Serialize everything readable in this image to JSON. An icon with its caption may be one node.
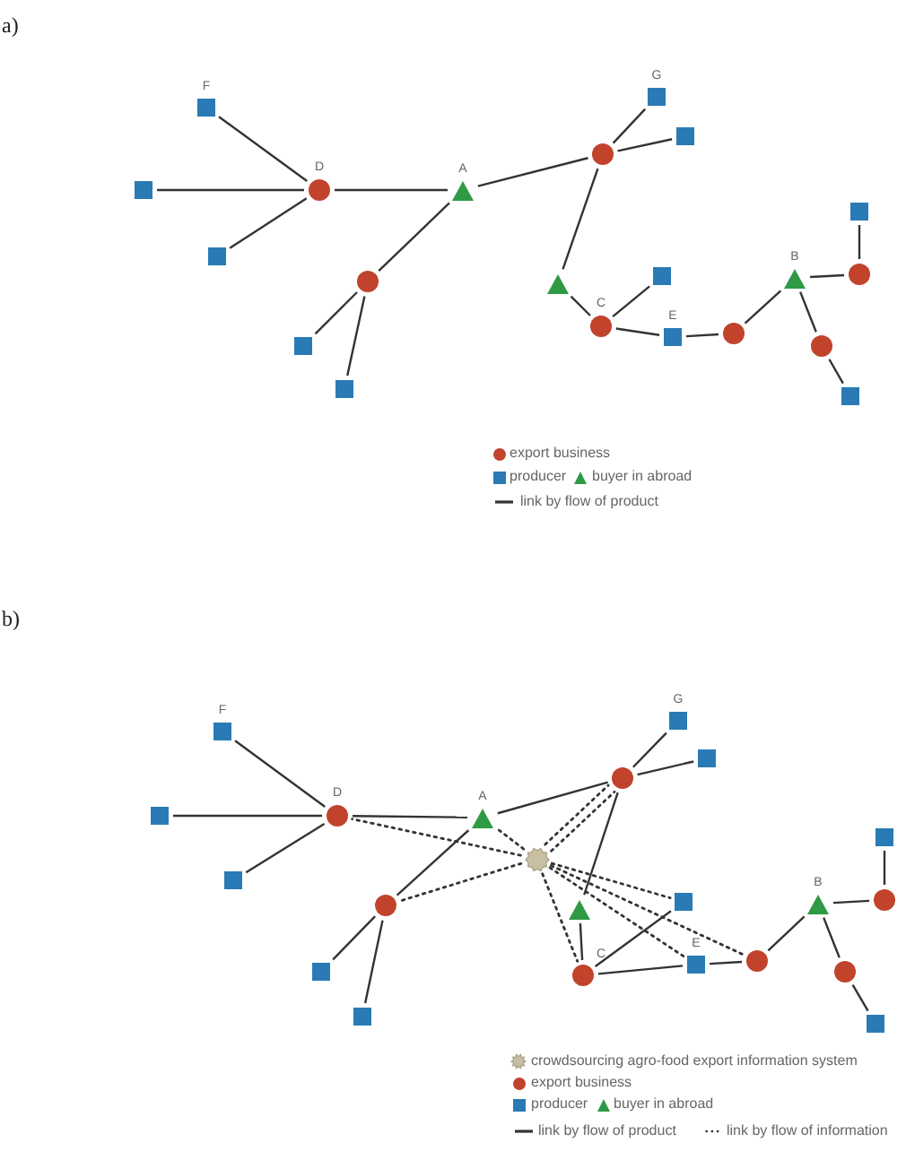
{
  "diagram": {
    "nodes": [
      {
        "text": [],
        "shape": "square",
        "beside": [
          "F"
        ]
      },
      {
        "text": [],
        "shape": "square",
        "beside": [
          "G"
        ]
      },
      {
        "text": [],
        "shape": "circle"
      },
      {
        "text": [],
        "shape": "square"
      },
      {
        "text": [],
        "shape": "square"
      },
      {
        "text": [],
        "shape": "circle",
        "beside": [
          "D"
        ]
      },
      {
        "text": [],
        "shape": "triangle",
        "beside": [
          "A"
        ]
      },
      {
        "text": [],
        "shape": "square"
      },
      {
        "text": [],
        "shape": "square"
      },
      {
        "text": [],
        "shape": "square"
      },
      {
        "text": [],
        "shape": "triangle",
        "beside": [
          "B"
        ]
      },
      {
        "text": [],
        "shape": "circle"
      },
      {
        "text": [],
        "shape": "triangle"
      },
      {
        "text": [],
        "shape": "circle"
      },
      {
        "text": [],
        "shape": "circle",
        "beside": [
          "C"
        ]
      },
      {
        "text": [],
        "shape": "square",
        "beside": [
          "E"
        ]
      },
      {
        "text": [],
        "shape": "circle"
      },
      {
        "text": [],
        "shape": "square"
      },
      {
        "text": [],
        "shape": "circle"
      },
      {
        "text": [],
        "shape": "square"
      },
      {
        "text": [],
        "shape": "square"
      },
      {
        "text": [],
        "shape": "square",
        "beside": [
          "F"
        ]
      },
      {
        "text": [],
        "shape": "square",
        "beside": [
          "G"
        ]
      },
      {
        "text": [],
        "shape": "square"
      },
      {
        "text": [],
        "shape": "circle"
      },
      {
        "text": [],
        "shape": "square"
      },
      {
        "text": [],
        "shape": "circle",
        "beside": [
          "D"
        ]
      },
      {
        "text": [],
        "shape": "triangle",
        "beside": [
          "A"
        ]
      },
      {
        "text": [],
        "shape": "square"
      },
      {
        "text": [],
        "shape": "gear"
      },
      {
        "text": [],
        "shape": "square"
      },
      {
        "text": [],
        "shape": "square"
      },
      {
        "text": [],
        "shape": "triangle"
      },
      {
        "text": [],
        "shape": "triangle",
        "beside": [
          "B"
        ]
      },
      {
        "text": [],
        "shape": "circle"
      },
      {
        "text": [],
        "shape": "circle"
      },
      {
        "text": [],
        "shape": "circle"
      },
      {
        "text": [],
        "shape": "square",
        "beside": [
          "E"
        ]
      },
      {
        "text": [],
        "shape": "circle"
      },
      {
        "text": [],
        "shape": "square"
      },
      {
        "text": [],
        "shape": "circle",
        "beside": [
          "C"
        ]
      },
      {
        "text": [],
        "shape": "square"
      },
      {
        "text": [],
        "shape": "square"
      }
    ],
    "edges": [
      {
        "from": 0,
        "to": 5,
        "arrow": "none"
      },
      {
        "from": 4,
        "to": 5,
        "arrow": "none"
      },
      {
        "from": 7,
        "to": 5,
        "arrow": "none"
      },
      {
        "from": 5,
        "to": 6,
        "arrow": "none"
      },
      {
        "from": 6,
        "to": 2,
        "arrow": "none"
      },
      {
        "from": 2,
        "to": 1,
        "arrow": "none"
      },
      {
        "from": 2,
        "to": 3,
        "arrow": "none"
      },
      {
        "from": 6,
        "to": 13,
        "arrow": "none"
      },
      {
        "from": 13,
        "to": 17,
        "arrow": "none"
      },
      {
        "from": 13,
        "to": 19,
        "arrow": "none"
      },
      {
        "from": 2,
        "to": 12,
        "arrow": "none"
      },
      {
        "from": 12,
        "to": 14,
        "arrow": "none"
      },
      {
        "from": 14,
        "to": 9,
        "arrow": "none"
      },
      {
        "from": 14,
        "to": 15,
        "arrow": "none"
      },
      {
        "from": 15,
        "to": 16,
        "arrow": "none"
      },
      {
        "from": 16,
        "to": 10,
        "arrow": "none"
      },
      {
        "from": 10,
        "to": 11,
        "arrow": "none"
      },
      {
        "from": 11,
        "to": 8,
        "arrow": "none"
      },
      {
        "from": 10,
        "to": 18,
        "arrow": "none"
      },
      {
        "from": 18,
        "to": 20,
        "arrow": "none"
      },
      {
        "from": 21,
        "to": 26,
        "arrow": "none"
      },
      {
        "from": 25,
        "to": 26,
        "arrow": "none"
      },
      {
        "from": 30,
        "to": 26,
        "arrow": "none"
      },
      {
        "from": 26,
        "to": 27,
        "arrow": "none"
      },
      {
        "from": 27,
        "to": 24,
        "arrow": "none"
      },
      {
        "from": 24,
        "to": 22,
        "arrow": "none"
      },
      {
        "from": 24,
        "to": 23,
        "arrow": "none"
      },
      {
        "from": 27,
        "to": 35,
        "arrow": "none"
      },
      {
        "from": 35,
        "to": 39,
        "arrow": "none"
      },
      {
        "from": 35,
        "to": 41,
        "arrow": "none"
      },
      {
        "from": 24,
        "to": 32,
        "arrow": "none"
      },
      {
        "from": 32,
        "to": 40,
        "arrow": "none"
      },
      {
        "from": 40,
        "to": 31,
        "arrow": "none"
      },
      {
        "from": 40,
        "to": 37,
        "arrow": "none"
      },
      {
        "from": 37,
        "to": 36,
        "arrow": "none"
      },
      {
        "from": 36,
        "to": 33,
        "arrow": "none"
      },
      {
        "from": 33,
        "to": 34,
        "arrow": "none"
      },
      {
        "from": 34,
        "to": 28,
        "arrow": "none"
      },
      {
        "from": 33,
        "to": 38,
        "arrow": "none"
      },
      {
        "from": 38,
        "to": 42,
        "arrow": "none"
      },
      {
        "from": 29,
        "to": 26,
        "arrow": "none",
        "style": "dashed"
      },
      {
        "from": 29,
        "to": 27,
        "arrow": "none",
        "style": "dashed"
      },
      {
        "from": 29,
        "to": 24,
        "arrow": "none",
        "style": "dashed"
      },
      {
        "from": 29,
        "to": 24,
        "arrow": "none",
        "style": "dashed"
      },
      {
        "from": 29,
        "to": 35,
        "arrow": "none",
        "style": "dashed"
      },
      {
        "from": 29,
        "to": 40,
        "arrow": "none",
        "style": "dashed"
      },
      {
        "from": 29,
        "to": 31,
        "arrow": "none",
        "style": "dashed"
      },
      {
        "from": 29,
        "to": 37,
        "arrow": "none",
        "style": "dashed"
      },
      {
        "from": 29,
        "to": 36,
        "arrow": "none",
        "style": "dashed"
      }
    ],
    "labels": [
      "a)",
      "b)"
    ],
    "legend": [
      {
        "text": "export business",
        "color": "#c1432c"
      },
      {
        "text": "producer",
        "color": "#2a7bb5"
      },
      {
        "text": "buyer in abroad",
        "color": "#2f9a45"
      },
      {
        "text": "link by flow of product"
      },
      {
        "text": "crowdsourcing agro-food export information system",
        "color": "#c9c0a4"
      },
      {
        "text": "export business",
        "color": "#c1432c"
      },
      {
        "text": "producer",
        "color": "#2a7bb5"
      },
      {
        "text": "buyer in abroad",
        "color": "#2f9a45"
      },
      {
        "text": "link by flow of product"
      },
      {
        "text": "link by flow of information"
      }
    ]
  }
}
